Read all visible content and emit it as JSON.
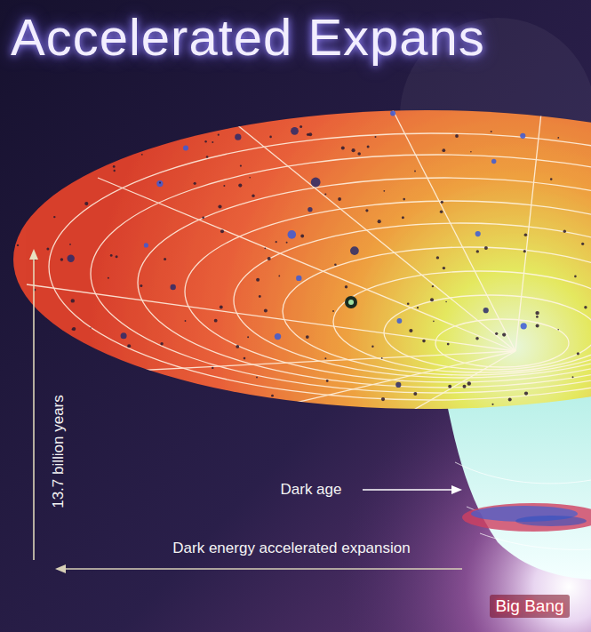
{
  "diagram": {
    "title": "Accelerated Expans",
    "labels": [
      "13.7 billion years",
      "Dark age",
      "Dark energy accelerated expansion",
      "Big Bang"
    ]
  }
}
